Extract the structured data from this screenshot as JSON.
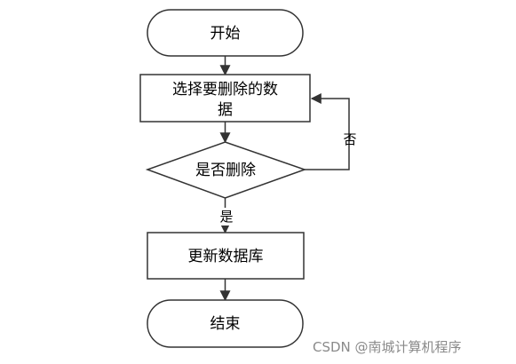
{
  "flowchart": {
    "nodes": {
      "start": "开始",
      "select_line1": "选择要删除的数",
      "select_line2": "据",
      "decision": "是否删除",
      "update": "更新数据库",
      "end": "结束"
    },
    "edges": {
      "no_label": "否",
      "yes_label": "是"
    }
  },
  "watermark": "CSDN @南城计算机程序",
  "colors": {
    "stroke": "#333333",
    "text": "#000000",
    "watermark": "#8a8a8a"
  }
}
